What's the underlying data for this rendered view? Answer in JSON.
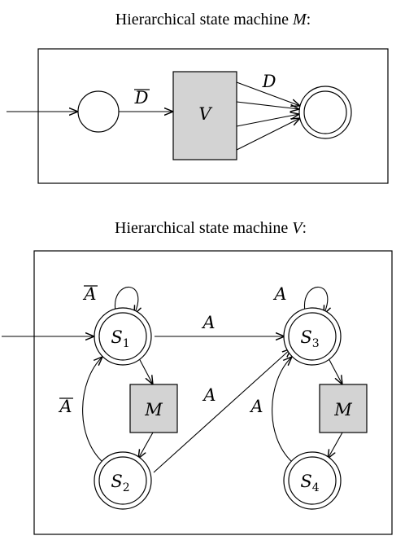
{
  "diagram_m": {
    "title_text": "Hierarchical state machine ",
    "title_var": "M",
    "title_colon": ":",
    "box_label": "V",
    "edge_into_box_label": "D",
    "edge_to_final_label": "D"
  },
  "diagram_v": {
    "title_text": "Hierarchical state machine ",
    "title_var": "V",
    "title_colon": ":",
    "states": [
      {
        "name": "S",
        "sub": "1"
      },
      {
        "name": "S",
        "sub": "2"
      },
      {
        "name": "S",
        "sub": "3"
      },
      {
        "name": "S",
        "sub": "4"
      }
    ],
    "boxes": [
      {
        "label": "M"
      },
      {
        "label": "M"
      }
    ],
    "labels": {
      "s1_self_loop": "A",
      "s1_to_s3": "A",
      "s2_to_s1": "A",
      "s2_to_s3": "A",
      "s3_self_loop": "A",
      "s4_to_s3": "A"
    }
  },
  "colors": {
    "box_fill": "#d3d3d3",
    "stroke": "#000000",
    "background": "#ffffff"
  }
}
